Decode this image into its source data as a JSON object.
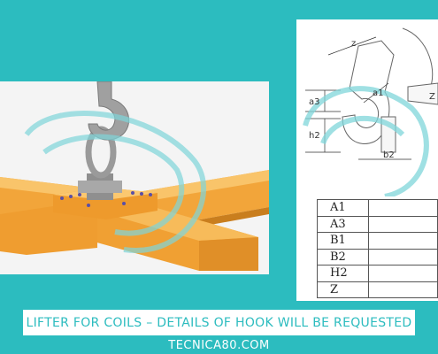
{
  "diagram": {
    "labels": {
      "z": "z",
      "a3": "a3",
      "a1": "a1",
      "h2": "h2",
      "b2": "b2",
      "z_right": "Z"
    }
  },
  "table": {
    "rows": [
      {
        "label": "A1"
      },
      {
        "label": "A3"
      },
      {
        "label": "B1"
      },
      {
        "label": "B2"
      },
      {
        "label": "H2"
      },
      {
        "label": "Z"
      }
    ]
  },
  "banner": {
    "text": "LIFTER FOR COILS – DETAILS OF HOOK WILL BE REQUESTED"
  },
  "site": {
    "text": "TECNICA80.COM"
  },
  "colors": {
    "background": "#2cbcbf",
    "beam": "#f2a53a",
    "hook": "#9a9a9a",
    "watermark": "#7fd6da"
  },
  "icons": {
    "watermark": "swirl-logo-watermark"
  }
}
